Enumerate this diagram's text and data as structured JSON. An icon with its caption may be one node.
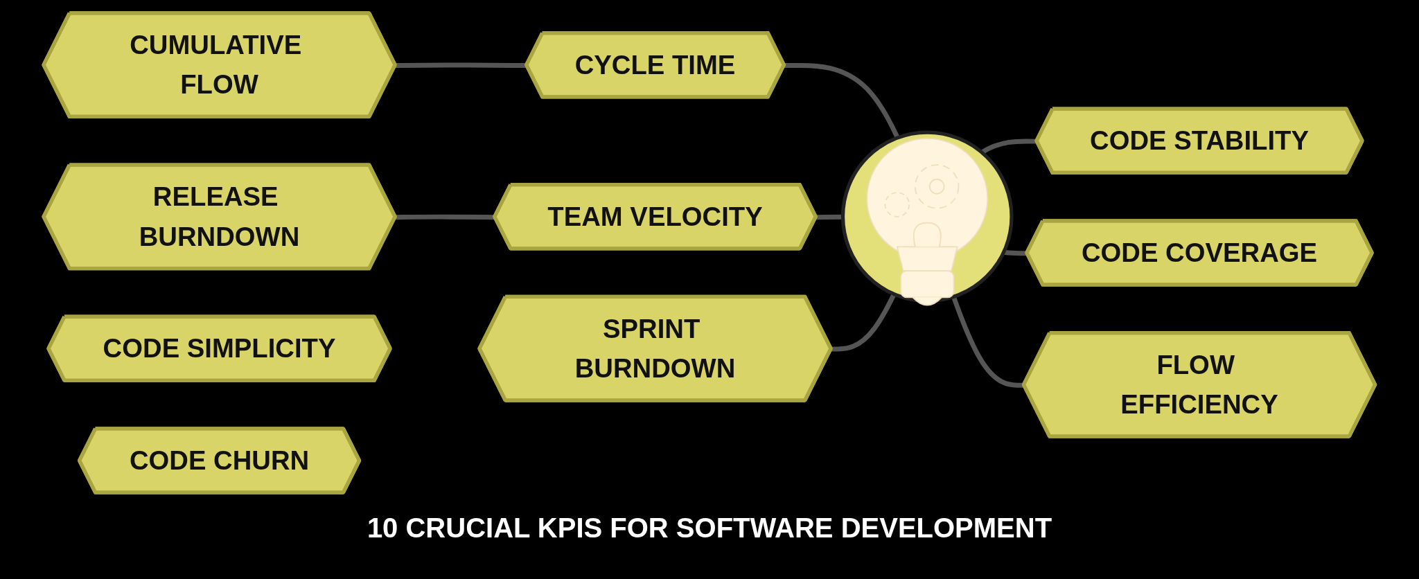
{
  "diagram": {
    "title": "10 CRUCIAL KPIS FOR SOFTWARE DEVELOPMENT",
    "nodes": [
      {
        "text": [
          "CUMULATIVE FLOW"
        ]
      },
      {
        "text": [
          "CYCLE TIME"
        ]
      },
      {
        "text": [
          "RELEASE BURNDOWN"
        ]
      },
      {
        "text": [
          "TEAM VELOCITY"
        ]
      },
      {
        "text": [
          "SPRINT BURNDOWN"
        ]
      },
      {
        "text": [],
        "shape": "picture"
      },
      {
        "text": [
          "CODE STABILITY"
        ]
      },
      {
        "text": [
          "CODE SIMPLICITY"
        ]
      },
      {
        "text": [
          "CODE COVERAGE"
        ]
      },
      {
        "text": [
          "CODE CHURN"
        ]
      },
      {
        "text": [
          "FLOW EFFICIENCY"
        ]
      }
    ],
    "edges": [
      {
        "from": 0,
        "to": 1,
        "arrow": "none"
      },
      {
        "from": 2,
        "to": 3,
        "arrow": "none"
      },
      {
        "from": 1,
        "to": 5,
        "arrow": "none"
      },
      {
        "from": 3,
        "to": 5,
        "arrow": "none"
      },
      {
        "from": 4,
        "to": 5,
        "arrow": "none"
      },
      {
        "from": 5,
        "to": 6,
        "arrow": "none"
      },
      {
        "from": 5,
        "to": 8,
        "arrow": "none"
      },
      {
        "from": 5,
        "to": 10,
        "arrow": "none"
      }
    ]
  }
}
